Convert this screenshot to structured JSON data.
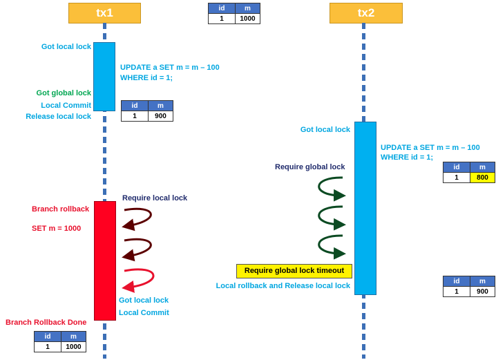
{
  "tx1": {
    "title": "tx1",
    "got_local_lock": "Got local lock",
    "update_sql_line1": "UPDATE a SET m = m – 100",
    "update_sql_line2": "WHERE id = 1;",
    "got_global_lock": "Got global lock",
    "local_commit": "Local Commit",
    "release_local_lock": "Release local lock",
    "branch_rollback": "Branch rollback",
    "set_m": "SET m = 1000",
    "require_local_lock": "Require local lock",
    "got_local_lock_2": "Got local lock",
    "local_commit_2": "Local Commit",
    "branch_rollback_done": "Branch Rollback Done"
  },
  "tx2": {
    "title": "tx2",
    "got_local_lock": "Got local lock",
    "update_sql_line1": "UPDATE a SET m = m – 100",
    "update_sql_line2": "WHERE id = 1;",
    "require_global_lock": "Require global lock",
    "timeout": "Require global lock timeout",
    "local_rollback": "Local rollback and Release local lock"
  },
  "tables": {
    "initial": {
      "h_id": "id",
      "h_m": "m",
      "id": "1",
      "m": "1000"
    },
    "after_tx1_commit": {
      "h_id": "id",
      "h_m": "m",
      "id": "1",
      "m": "900"
    },
    "after_tx2_update": {
      "h_id": "id",
      "h_m": "m",
      "id": "1",
      "m": "800"
    },
    "after_tx2_rollback": {
      "h_id": "id",
      "h_m": "m",
      "id": "1",
      "m": "900"
    },
    "final": {
      "h_id": "id",
      "h_m": "m",
      "id": "1",
      "m": "1000"
    }
  },
  "colors": {
    "header": "#FBBF3A",
    "lifeline": "#3C6FB6",
    "bar_blue": "#00B0F0",
    "bar_red": "#FF0020",
    "text_blue": "#00A6E0",
    "text_green": "#00A651",
    "text_red": "#E8112D",
    "text_navy": "#1F2A6B",
    "arrow_red": "#5C0000",
    "arrow_bright_red": "#E8112D",
    "arrow_green": "#0B4A22",
    "highlight": "#FFFF00",
    "table_header": "#4472C4"
  }
}
